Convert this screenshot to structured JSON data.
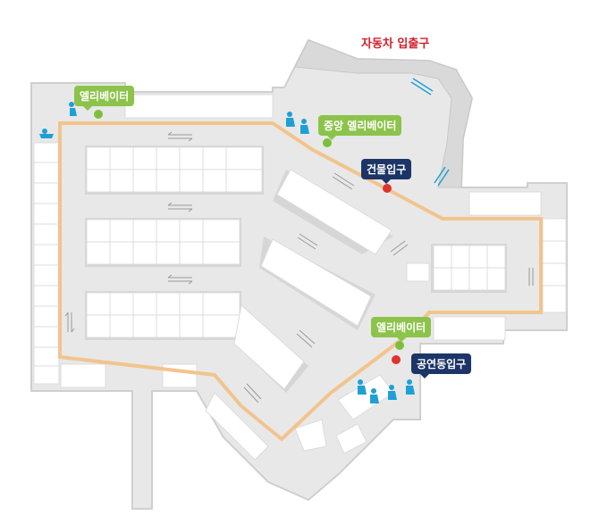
{
  "map": {
    "vehicle_entrance": "자동차 입출구",
    "labels": {
      "elevator_nw": "엘리베이터",
      "central_elevator": "중앙 엘리베이터",
      "building_entrance": "건물입구",
      "elevator_se": "엘리베이터",
      "park_entrance": "공연동입구"
    },
    "colors": {
      "floor": "#e6e6e6",
      "wall": "#cfcfcf",
      "route": "#f2c48d",
      "elevator_label": "#8cc34a",
      "entrance_label": "#1c3566",
      "elevator_dot": "#7cbf3d",
      "entrance_dot": "#e0322e",
      "accessible_icon": "#1ea0d6",
      "arrow": "#9a9a9a",
      "title": "#d2202c"
    },
    "icons": [
      "accessible-parking-icon",
      "elevator-dot-icon",
      "entrance-dot-icon",
      "direction-arrow-icon"
    ]
  }
}
